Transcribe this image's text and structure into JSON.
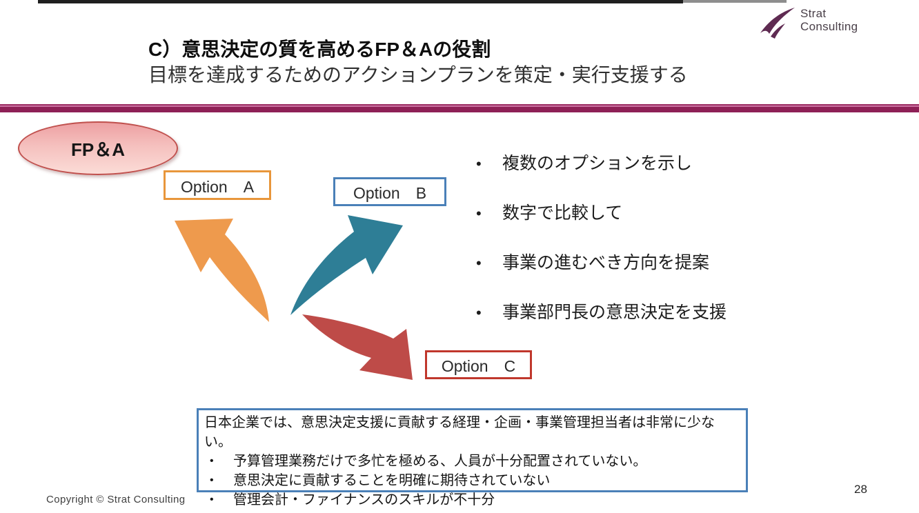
{
  "slide": {
    "logo": {
      "line1": "Strat",
      "line2": "Consulting"
    },
    "title": "C）意思決定の質を高めるFP＆Aの役割",
    "subtitle": "目標を達成するためのアクションプランを策定・実行支援する",
    "fpa_label": "FP＆A",
    "options": [
      {
        "label": "Option　A",
        "border_color": "#e8963b"
      },
      {
        "label": "Option　B",
        "border_color": "#4a80b8"
      },
      {
        "label": "Option　C",
        "border_color": "#c0372c"
      }
    ],
    "bullet_char": "•",
    "benefits": [
      "複数のオプションを示し",
      "数字で比較して",
      "事業の進むべき方向を提案",
      "事業部門長の意思決定を支援"
    ],
    "note": {
      "heading": "日本企業では、意思決定支援に貢献する経理・企画・事業管理担当者は非常に少ない。",
      "items": [
        "予算管理業務だけで多忙を極める、人員が十分配置されていない。",
        "意思決定に貢献することを明確に期待されていない",
        "管理会計・ファイナンスのスキルが不十分"
      ],
      "border_color": "#4a80b8"
    },
    "footer": {
      "copyright": "Copyright © Strat Consulting",
      "page": "28"
    },
    "colors": {
      "divider": "#8e2056",
      "ellipse_border": "#c0504d",
      "ellipse_fill_top": "#eda0a2",
      "ellipse_fill_bottom": "#fbdcd7",
      "arrow_orange": "#ee9a4d",
      "arrow_teal": "#2e7e96",
      "arrow_red": "#be4b48",
      "logo_mark": "#5f2b52"
    }
  }
}
